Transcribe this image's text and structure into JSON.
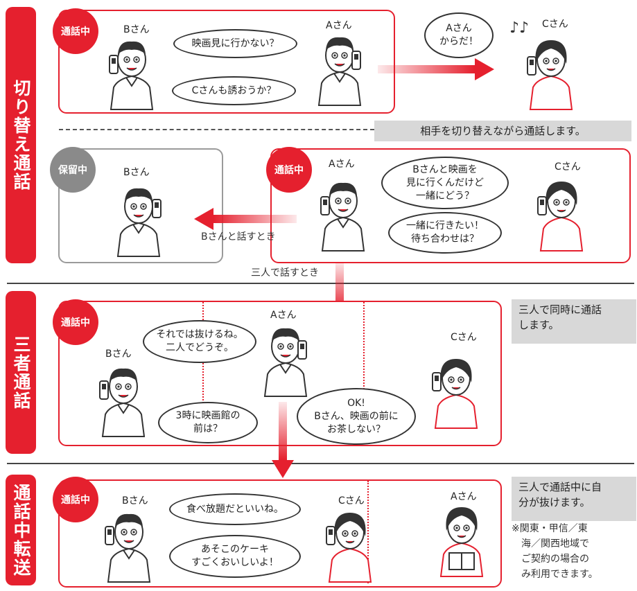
{
  "side_labels": {
    "switching": "切り替え通話",
    "three_way": "三者通話",
    "transfer": "通話中転送"
  },
  "badges": {
    "talking": "通話中",
    "hold": "保留中"
  },
  "names": {
    "a": "Aさん",
    "b": "Bさん",
    "c": "Cさん"
  },
  "section1": {
    "bubble_b": "映画見に行かない？",
    "bubble_a": "Cさんも誘おうか？",
    "bubble_c": "Aさん\nからだ！",
    "note": "相手を切り替えながら通話します。"
  },
  "section2": {
    "bubble_1": "Bさんと映画を\n見に行くんだけど\n一緒にどう？",
    "bubble_2": "一緒に行きたい！\n待ち合わせは？",
    "arrow_label": "Bさんと話すとき",
    "down_label": "三人で話すとき"
  },
  "section3": {
    "bubble_a": "それでは抜けるね。\n二人でどうぞ。",
    "bubble_b": "3時に映画館の\n前は？",
    "bubble_c": "OK!\nBさん、映画の前に\nお茶しない？",
    "note": "三人で同時に通話\nします。"
  },
  "section4": {
    "bubble_1": "食べ放題だといいね。",
    "bubble_2": "あそこのケーキ\nすごくおいしいよ！",
    "note": "三人で通話中に自\n分が抜けます。",
    "footnote": "※関東・甲信／東\n　海／関西地域で\n　ご契約の場合の\n　み利用できます。"
  },
  "colors": {
    "red": "#e5202e",
    "gray": "#9a9a9a",
    "note_bg": "#d8d8d8"
  }
}
